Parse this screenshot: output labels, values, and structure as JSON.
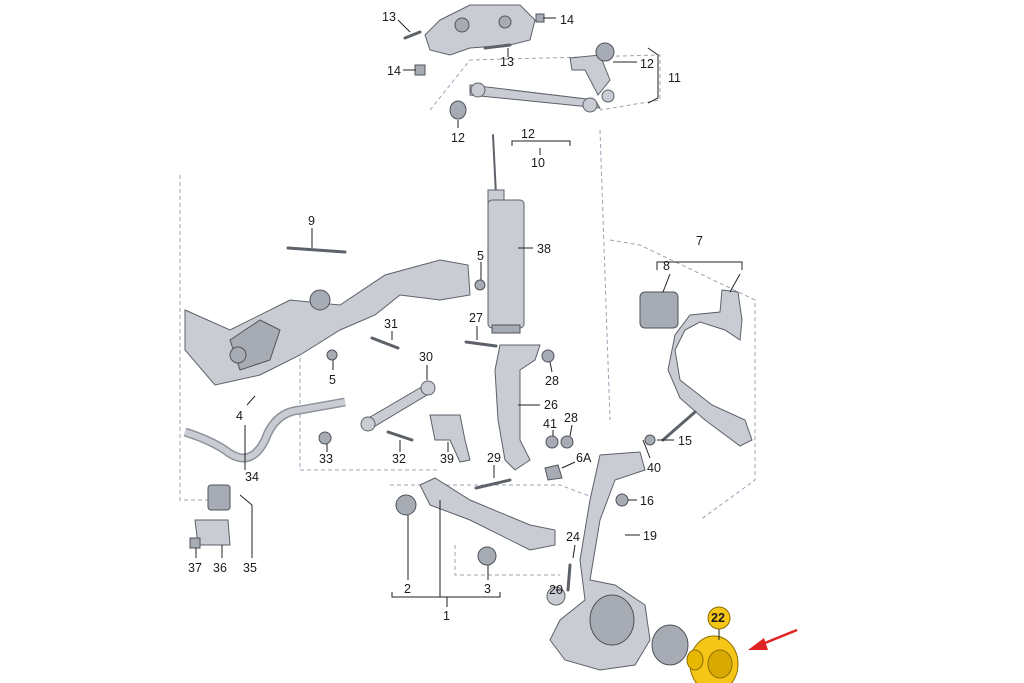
{
  "diagram": {
    "labels": [
      "13",
      "14",
      "13",
      "14",
      "12",
      "11",
      "12",
      "12",
      "10",
      "9",
      "38",
      "5",
      "7",
      "8",
      "31",
      "27",
      "30",
      "5",
      "28",
      "4",
      "26",
      "41",
      "28",
      "15",
      "34",
      "33",
      "32",
      "39",
      "29",
      "6A",
      "40",
      "16",
      "19",
      "24",
      "20",
      "35",
      "37",
      "36",
      "2",
      "3",
      "1",
      "22"
    ],
    "accent_color": "#f5c518",
    "arrow_color": "#e02424"
  }
}
